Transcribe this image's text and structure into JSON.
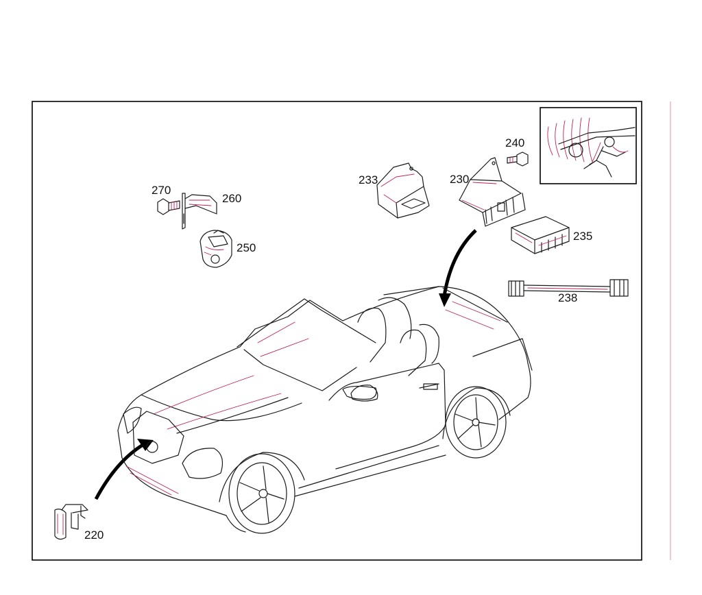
{
  "diagram": {
    "parts": [
      {
        "id": "220",
        "label": "220"
      },
      {
        "id": "230",
        "label": "230"
      },
      {
        "id": "233",
        "label": "233"
      },
      {
        "id": "235",
        "label": "235"
      },
      {
        "id": "238",
        "label": "238"
      },
      {
        "id": "240",
        "label": "240"
      },
      {
        "id": "250",
        "label": "250"
      },
      {
        "id": "260",
        "label": "260"
      },
      {
        "id": "270",
        "label": "270"
      }
    ],
    "inset": {
      "icon": "theft-alarm-intruder-icon"
    },
    "colors": {
      "line": "#1a1a1a",
      "accent": "#c0215a",
      "frame": "#000000"
    }
  }
}
